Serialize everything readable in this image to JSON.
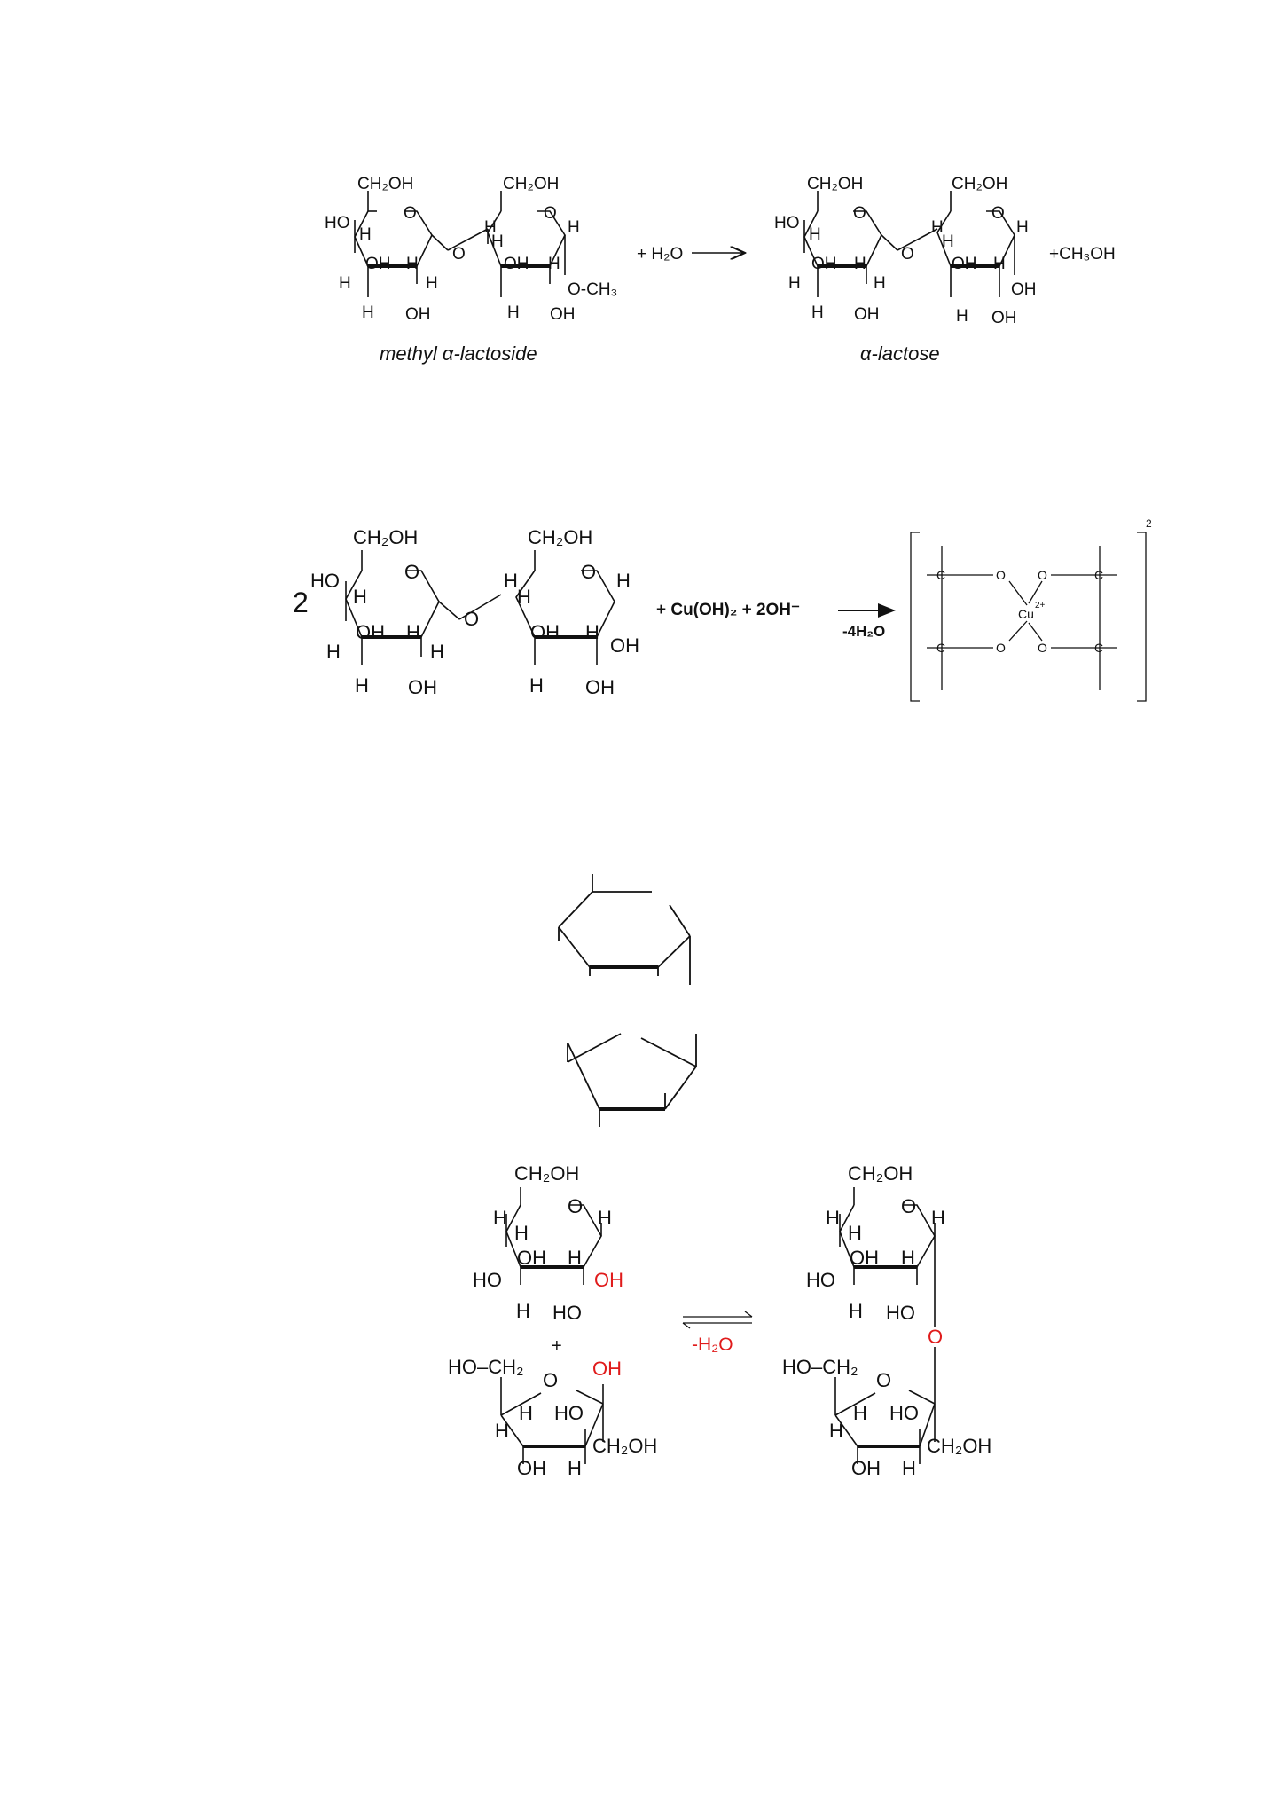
{
  "atoms": {
    "ch2oh": "CH₂OH",
    "oh": "OH",
    "ho": "HO",
    "h": "H",
    "o": "O",
    "o_ch3": "O-CH₃",
    "c": "C",
    "ho_ch2": "HO–CH₂"
  },
  "reaction1": {
    "reagent": "+ H₂O",
    "byproduct": "+CH₃OH",
    "reactant_caption": "methyl α-lactoside",
    "product_caption": "α-lactose"
  },
  "reaction2": {
    "coefficient": "2",
    "reagent": "+ Cu(OH)₂ + 2OH⁻",
    "arrow_label": "-4H₂O",
    "copper": "Cu",
    "copper_charge": "2+",
    "complex_charge": "2"
  },
  "reaction3": {
    "plus": "+",
    "arrow_label": "-H₂O",
    "highlight_color": "#e01b1b"
  }
}
